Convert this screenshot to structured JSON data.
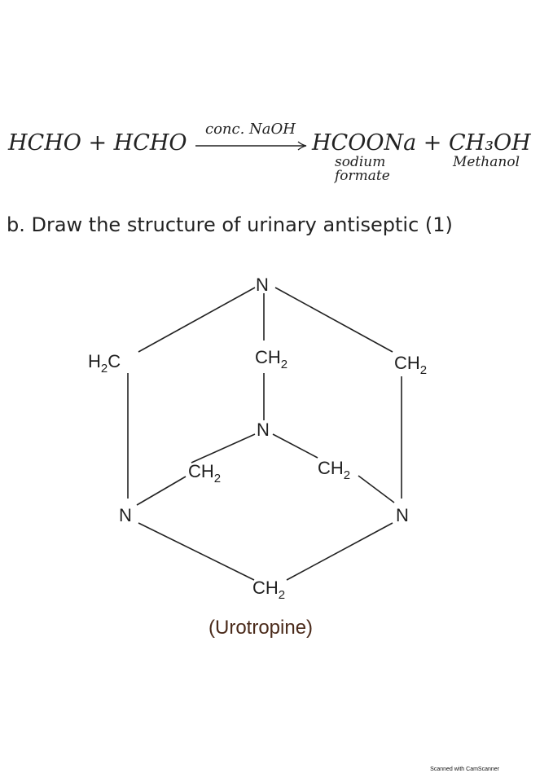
{
  "equation": {
    "left": "HCHO + HCHO",
    "condition": "conc. NaOH",
    "right": "HCOONa + CH₃OH",
    "product1_label_line1": "sodium",
    "product1_label_line2": "formate",
    "product2_label": "Methanol"
  },
  "question": "b. Draw the structure of urinary antiseptic (1)",
  "structure": {
    "atoms": {
      "n_top": "N",
      "ch2_left": "H",
      "ch2_left_c": "C",
      "ch2_center": "CH",
      "ch2_right": "CH",
      "n_mid": "N",
      "ch2_inner_left": "CH",
      "ch2_inner_right": "CH",
      "n_left": "N",
      "n_right": "N",
      "ch2_bottom": "CH",
      "subscript": "2"
    },
    "caption": "(Urotropine)"
  },
  "footer": "Scanned with CamScanner"
}
